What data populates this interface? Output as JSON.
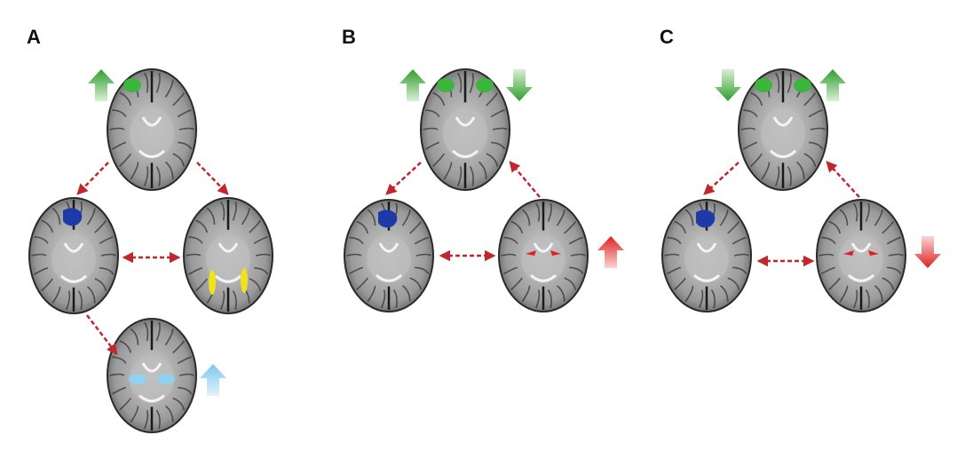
{
  "panels": [
    {
      "label": "A",
      "nodes": [
        {
          "id": "a-top",
          "region": "prefrontal",
          "color": "#3cb53c"
        },
        {
          "id": "a-left",
          "region": "cingulate",
          "color": "#1e3aa8"
        },
        {
          "id": "a-right",
          "region": "parietal",
          "color": "#f2e21a"
        },
        {
          "id": "a-bottom",
          "region": "hippocampus",
          "color": "#8fd3f0"
        }
      ],
      "arrows": [
        {
          "node": "a-top",
          "direction": "up",
          "color": "#3cb53c"
        },
        {
          "node": "a-bottom",
          "direction": "up",
          "color": "#8fd3f0"
        }
      ]
    },
    {
      "label": "B",
      "nodes": [
        {
          "id": "b-top",
          "region": "prefrontal",
          "color": "#3cb53c"
        },
        {
          "id": "b-left",
          "region": "cingulate",
          "color": "#1e3aa8"
        },
        {
          "id": "b-right",
          "region": "amygdala",
          "color": "#e02020"
        }
      ],
      "arrows": [
        {
          "node": "b-top",
          "direction": "up",
          "color": "#3cb53c"
        },
        {
          "node": "b-top",
          "direction": "down",
          "color": "#3cb53c"
        },
        {
          "node": "b-right",
          "direction": "up",
          "color": "#e02020"
        }
      ]
    },
    {
      "label": "C",
      "nodes": [
        {
          "id": "c-top",
          "region": "prefrontal",
          "color": "#3cb53c"
        },
        {
          "id": "c-left",
          "region": "cingulate",
          "color": "#1e3aa8"
        },
        {
          "id": "c-right",
          "region": "amygdala",
          "color": "#e02020"
        }
      ],
      "arrows": [
        {
          "node": "c-top",
          "direction": "down",
          "color": "#3cb53c"
        },
        {
          "node": "c-top",
          "direction": "up",
          "color": "#3cb53c"
        },
        {
          "node": "c-right",
          "direction": "down",
          "color": "#e02020"
        }
      ]
    }
  ],
  "connector_color": "#c0282d"
}
